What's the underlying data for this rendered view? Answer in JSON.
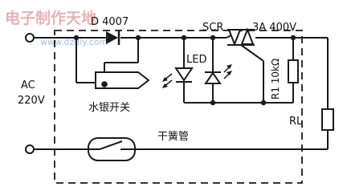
{
  "watermark": {
    "title": "电子制作天地",
    "url": "www.dzdiy.com"
  },
  "labels": {
    "diode": "D 4007",
    "scr": "SCR",
    "scr_rating": "3A  400V",
    "led": "LED",
    "r1": "R1  10kΩ",
    "ac": "AC",
    "ac_voltage": "220V",
    "rl": "RL",
    "mercury_switch": "水银开关",
    "reed_switch": "干簧管"
  }
}
